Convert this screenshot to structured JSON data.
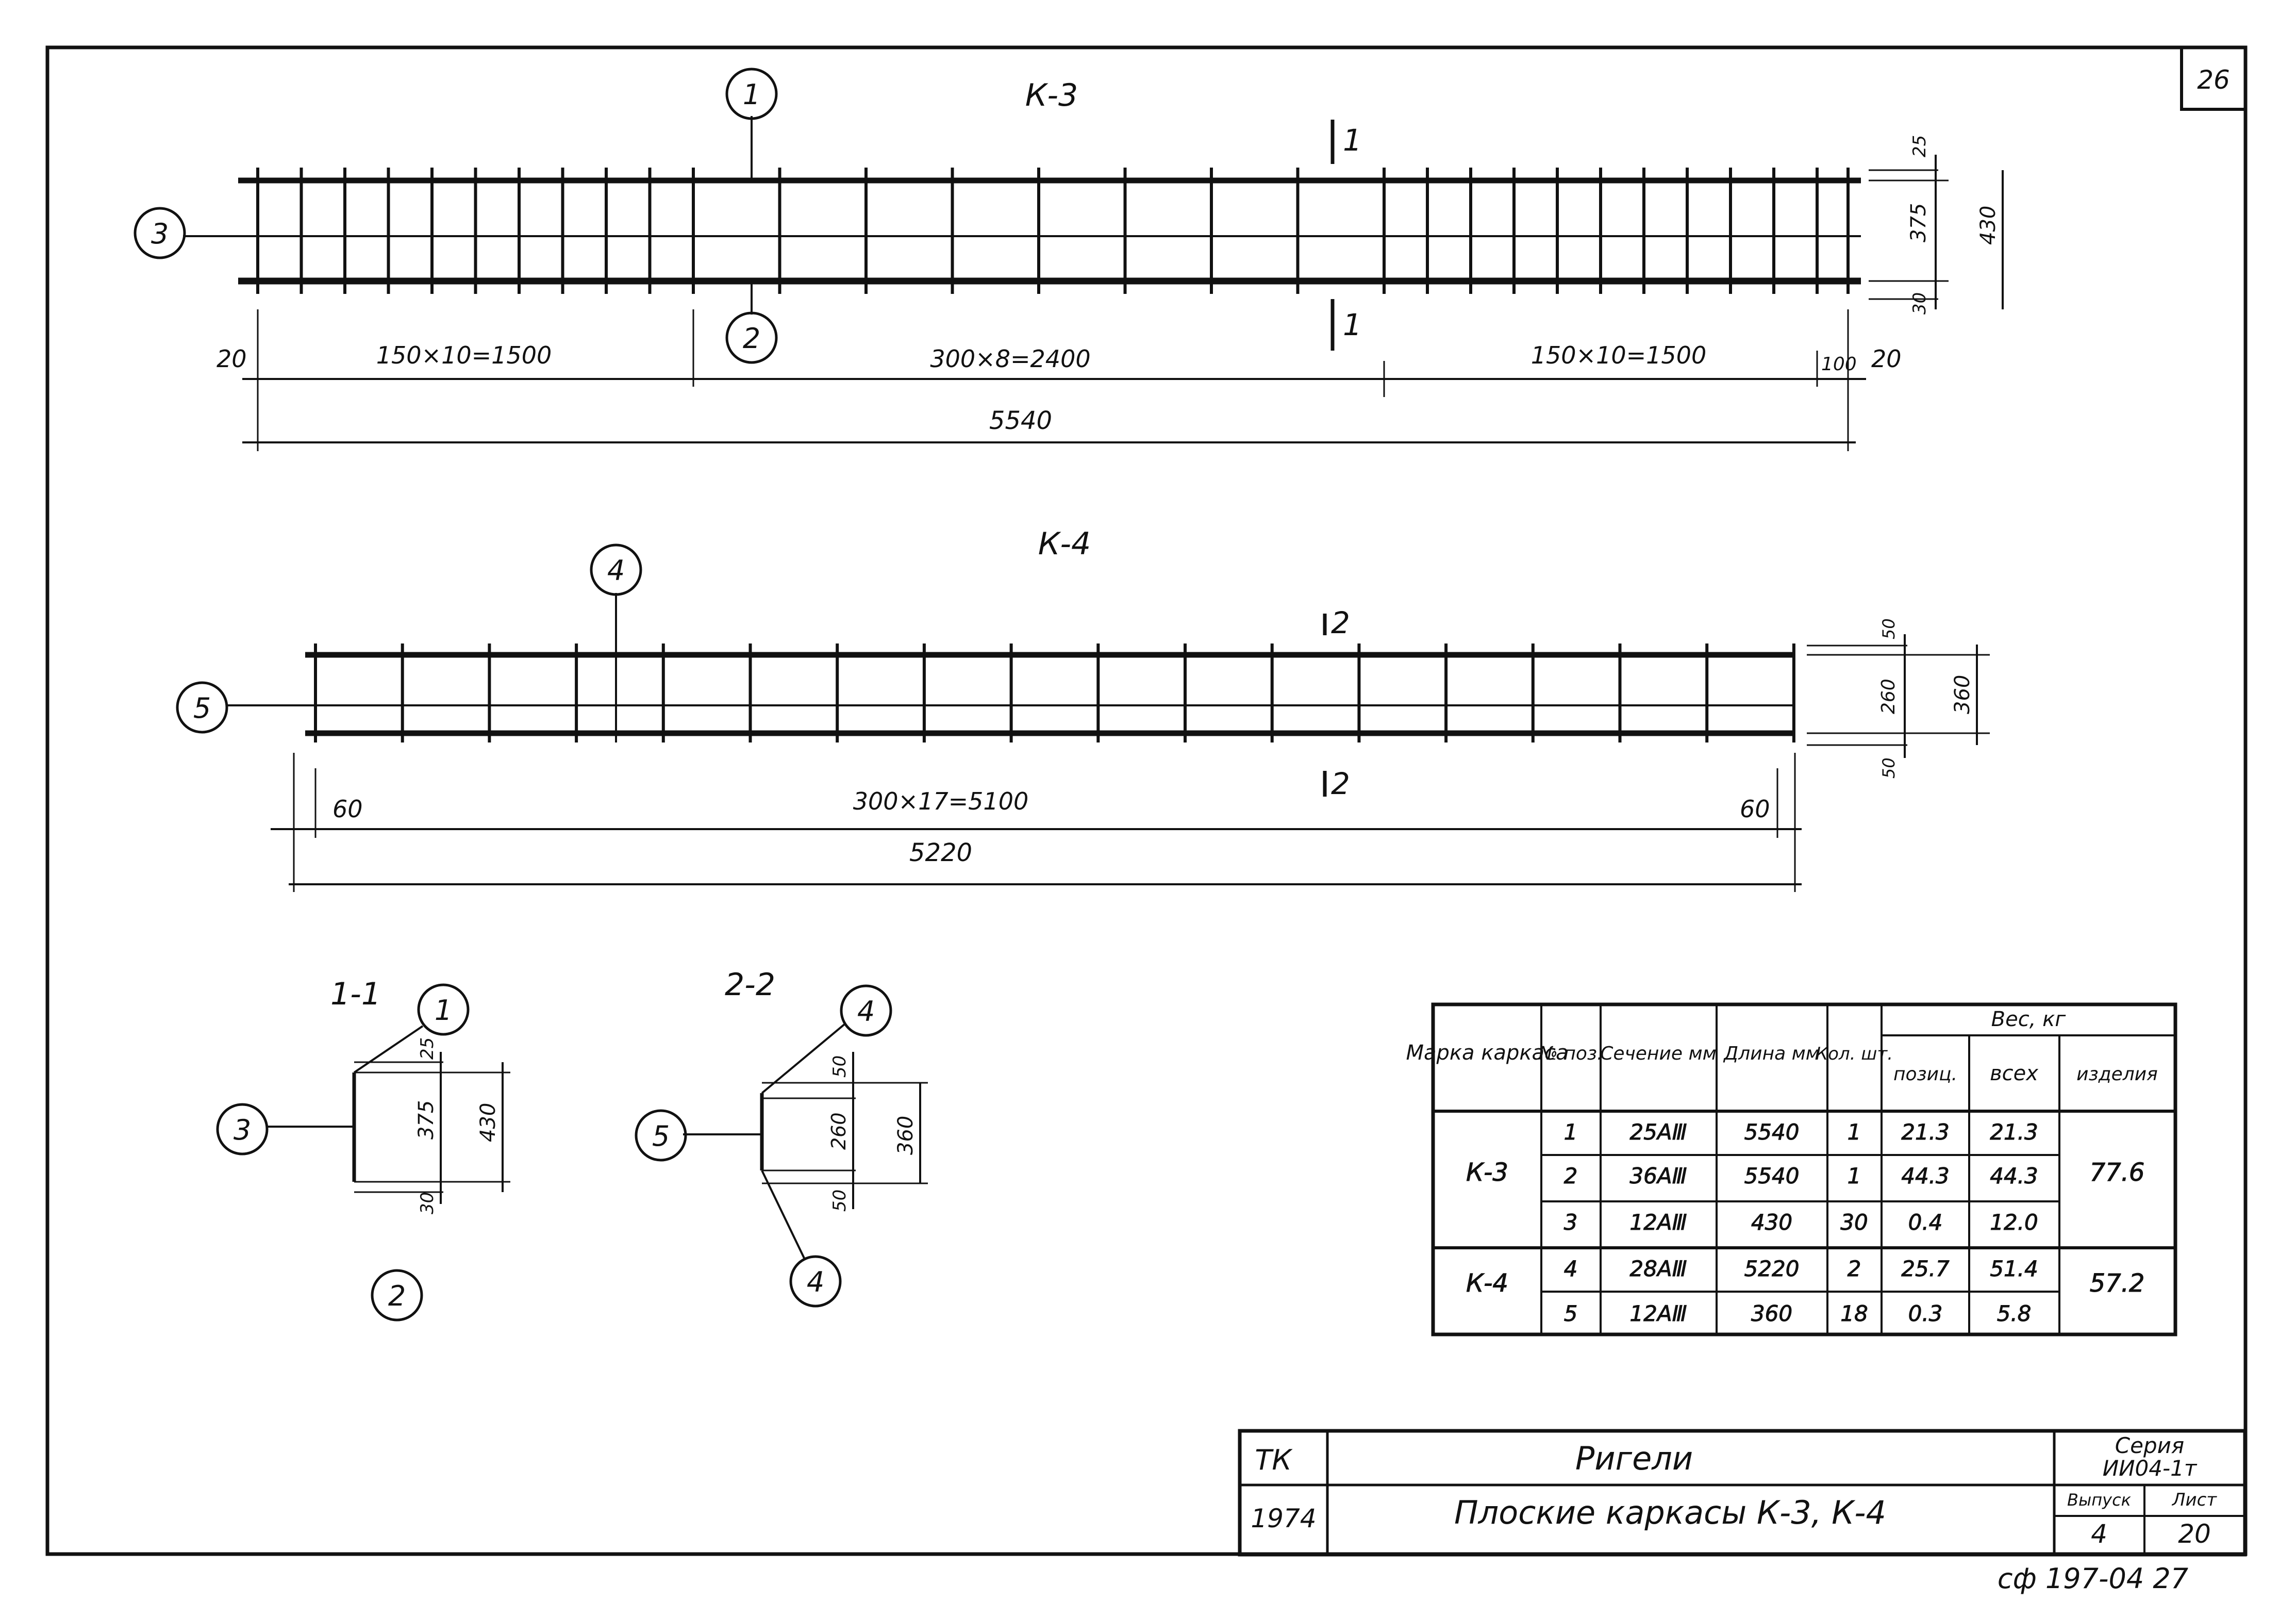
{
  "sheet": {
    "page_number": "26",
    "stamp": "сф 197-04 27"
  },
  "k3": {
    "title": "К-3",
    "section_mark": "1",
    "pos_labels": [
      "1",
      "2",
      "3"
    ],
    "dims": {
      "left_end": "20",
      "left_span": "150×10=1500",
      "mid_span": "300×8=2400",
      "right_span": "150×10=1500",
      "right_gap": "100",
      "right_end": "20",
      "total": "5540"
    },
    "vdims": {
      "top": "25",
      "mid": "375",
      "bottom": "30",
      "total": "430"
    }
  },
  "k4": {
    "title": "К-4",
    "section_mark": "2",
    "pos_labels": [
      "4",
      "5"
    ],
    "dims": {
      "left_end": "60",
      "span": "300×17=5100",
      "right_end": "60",
      "total": "5220"
    },
    "vdims": {
      "top": "50",
      "mid": "260",
      "bottom": "50",
      "total": "360"
    }
  },
  "sec11": {
    "title": "1-1",
    "labels": [
      "1",
      "3",
      "2"
    ],
    "dims": {
      "top": "25",
      "mid": "375",
      "bottom": "30",
      "total": "430"
    }
  },
  "sec22": {
    "title": "2-2",
    "labels": [
      "4",
      "5",
      "4"
    ],
    "dims": {
      "top": "50",
      "mid": "260",
      "bottom": "50",
      "total": "360"
    }
  },
  "spec": {
    "headers": {
      "mark": "Марка каркаса",
      "pos": "№ поз.",
      "section": "Сечение мм",
      "length": "Длина мм",
      "qty": "Кол. шт.",
      "weight": "Вес, кг",
      "w_pos": "позиц.",
      "w_all": "всех",
      "w_item": "изделия"
    },
    "groups": [
      {
        "mark": "К-3",
        "item_weight": "77.6",
        "rows": [
          {
            "pos": "1",
            "section": "25АⅢ",
            "length": "5540",
            "qty": "1",
            "w_pos": "21.3",
            "w_all": "21.3"
          },
          {
            "pos": "2",
            "section": "36АⅢ",
            "length": "5540",
            "qty": "1",
            "w_pos": "44.3",
            "w_all": "44.3"
          },
          {
            "pos": "3",
            "section": "12АⅢ",
            "length": "430",
            "qty": "30",
            "w_pos": "0.4",
            "w_all": "12.0"
          }
        ]
      },
      {
        "mark": "К-4",
        "item_weight": "57.2",
        "rows": [
          {
            "pos": "4",
            "section": "28АⅢ",
            "length": "5220",
            "qty": "2",
            "w_pos": "25.7",
            "w_all": "51.4"
          },
          {
            "pos": "5",
            "section": "12АⅢ",
            "length": "360",
            "qty": "18",
            "w_pos": "0.3",
            "w_all": "5.8"
          }
        ]
      }
    ]
  },
  "titleblock": {
    "org": "ТК",
    "year": "1974",
    "title": "Ригели",
    "subtitle": "Плоские каркасы К-3, К-4",
    "series_label": "Серия",
    "series_value": "ИИ04-1т",
    "issue_label": "Выпуск",
    "issue_value": "4",
    "sheet_label": "Лист",
    "sheet_value": "20"
  }
}
